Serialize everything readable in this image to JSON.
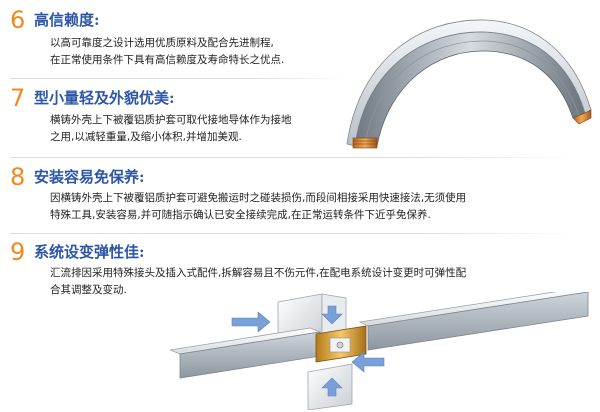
{
  "sections": [
    {
      "number": "6",
      "title": "高信赖度:",
      "lines": [
        "以高可靠度之设计选用优质原料及配合先进制程,",
        "在正常使用条件下具有高信赖度及寿命特长之优点."
      ]
    },
    {
      "number": "7",
      "title": "型小量轻及外貌优美:",
      "lines": [
        "横铸外壳上下被覆铝质护套可取代接地导体作为接地",
        "之用,以减轻重量,及缩小体积,并增加美观."
      ]
    },
    {
      "number": "8",
      "title": "安装容易免保养:",
      "lines": [
        "因横铸外壳上下被覆铝质护套可避免搬运时之碰装损伤,而段间相接采用快速接法,无须使用",
        "特殊工具,安装容易,并可随指示确认已安全接续完成,在正常运转条件下近乎免保养."
      ]
    },
    {
      "number": "9",
      "title": "系统设变弹性佳:",
      "lines": [
        "汇流排因采用特殊接头及插入式配件,拆解容易且不伤元件,在配电系统设计变更时可弹性配",
        "合其调整及变动."
      ]
    }
  ],
  "colors": {
    "number": "#f08a1c",
    "title": "#2d56a8",
    "text": "#222222",
    "arrow": "#7aa0d8"
  },
  "illustrations": {
    "top": "curved-busway-arch-illustration",
    "bottom": "busway-joint-connector-illustration"
  }
}
